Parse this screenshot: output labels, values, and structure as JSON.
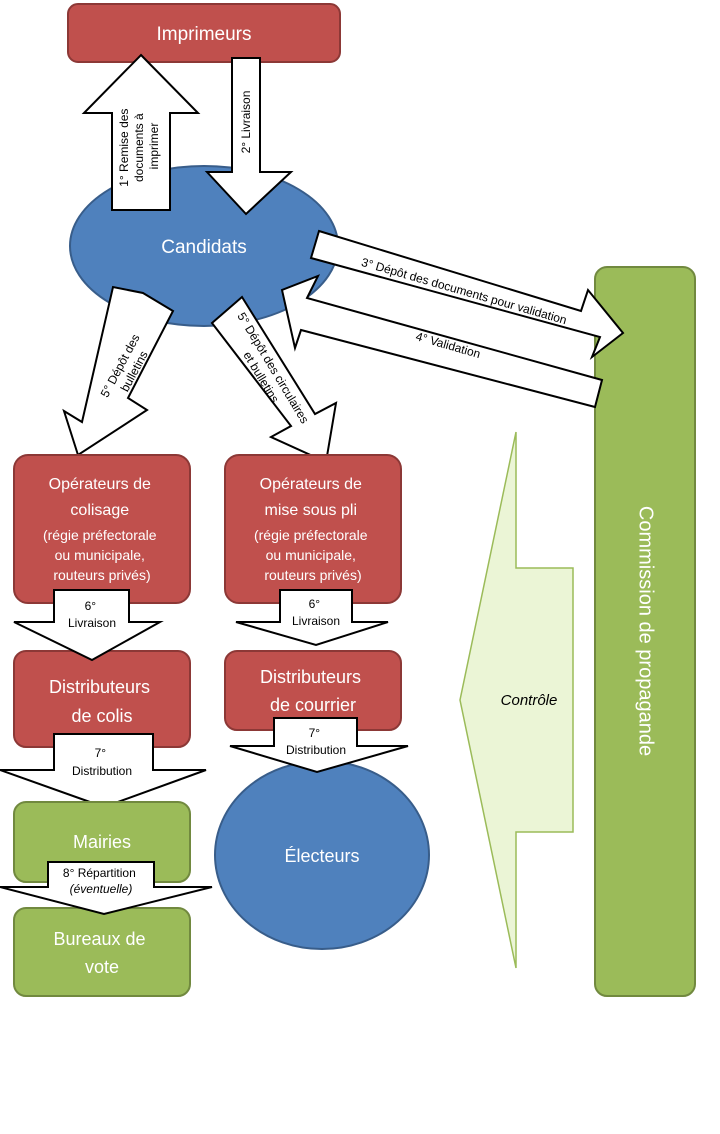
{
  "nodes": {
    "imprimeurs": "Imprimeurs",
    "candidats": "Candidats",
    "commission": "Commission de propagande",
    "op_colisage": [
      "Opérateurs de",
      "colisage",
      "(régie préfectorale",
      "ou municipale,",
      "routeurs privés)"
    ],
    "op_mise_sous_pli": [
      "Opérateurs de",
      "mise sous pli",
      "(régie préfectorale",
      "ou municipale,",
      "routeurs privés)"
    ],
    "dist_colis": [
      "Distributeurs",
      "de colis"
    ],
    "dist_courrier": [
      "Distributeurs",
      "de courrier"
    ],
    "mairies": "Mairies",
    "bureaux": [
      "Bureaux de",
      "vote"
    ],
    "electeurs": "Électeurs"
  },
  "arrows": {
    "remise": [
      "1° Remise des",
      "documents à",
      "imprimer"
    ],
    "livraison2": "2° Livraison",
    "depot3": "3° Dépôt des documents pour validation",
    "validation4": "4° Validation",
    "depot5_bulletins": [
      "5° Dépôt des",
      "bulletins"
    ],
    "depot5_circulaires": [
      "5° Dépôt des circulaires",
      "et bulletins"
    ],
    "livraison6_a": [
      "6°",
      "Livraison"
    ],
    "livraison6_b": [
      "6°",
      "Livraison"
    ],
    "distribution7_a": [
      "7°",
      "Distribution"
    ],
    "distribution7_b": [
      "7°",
      "Distribution"
    ],
    "repartition8": "8° Répartition",
    "repartition8_note": "(éventuelle)",
    "controle": "Contrôle"
  },
  "colors": {
    "red": "#c0504d",
    "blue": "#4f81bd",
    "green": "#9bbb59",
    "pale_green": "#ebf5d6"
  }
}
